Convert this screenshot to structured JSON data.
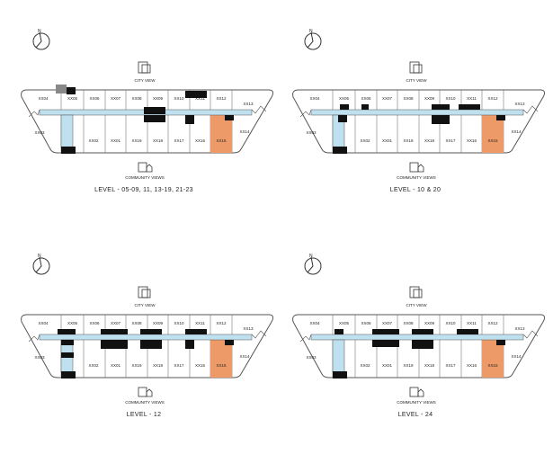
{
  "colors": {
    "corridor": "#bfe0ee",
    "highlight": "#ee9a68",
    "dark": "#111111",
    "line": "#555555"
  },
  "compass": {
    "north": "N"
  },
  "city_view": "CITY VIEW",
  "community_views": "COMMUNITY VIEWS",
  "top_units": [
    "XX04",
    "XX05",
    "XX06",
    "XX07",
    "XX08",
    "XX09",
    "XX10",
    "XX11",
    "XX12",
    "XX13"
  ],
  "bottom_units": [
    "XX03",
    "XX02",
    "XX01",
    "XX19",
    "XX18",
    "XX17",
    "XX16",
    "XX15",
    "XX14"
  ],
  "highlighted_unit": "XX15",
  "panels": [
    {
      "level": "LEVEL - 05-09, 11, 13-19, 21-23"
    },
    {
      "level": "LEVEL - 10 & 20"
    },
    {
      "level": "LEVEL - 12"
    },
    {
      "level": "LEVEL - 24"
    }
  ]
}
